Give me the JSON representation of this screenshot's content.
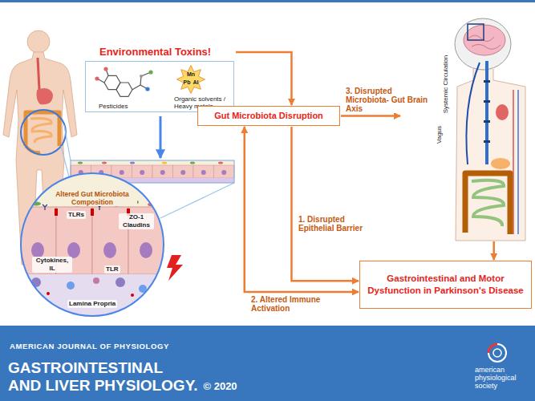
{
  "diagram": {
    "nodes": [
      {
        "text": [
          "Environmental Toxins!",
          "Pesticides",
          "Organic solvents / Heavy metals"
        ]
      },
      {
        "text": [
          "Gut Microbiota Disruption"
        ]
      },
      {
        "text": [
          "Altered Gut Microbiota Composition"
        ]
      },
      {
        "text": [
          "Vagus",
          "Systemic Circulation"
        ]
      },
      {
        "text": [
          "Gastrointestinal and Motor Dysfunction in Parkinson's Disease"
        ]
      }
    ],
    "edges": [
      {
        "from": 0,
        "to": 1,
        "arrow": "to"
      },
      {
        "from": 1,
        "to": 3,
        "label": "3. Disrupted Microbiota- Gut Brain Axis",
        "arrow": "to"
      },
      {
        "from": 1,
        "to": 4,
        "label": "1. Disrupted Epithelial Barrier",
        "arrow": "to"
      },
      {
        "from": 1,
        "to": 4,
        "label": "2. Altered Immune Activation",
        "arrow": "both"
      },
      {
        "from": 3,
        "to": 4,
        "arrow": "to"
      }
    ],
    "labels": [
      "Mn",
      "Pb",
      "Al",
      "TLRs",
      "ZO-1 Claudins",
      "Cytokines, IL",
      "TLR",
      "Lamina Propria",
      "AMERICAN JOURNAL OF PHYSIOLOGY",
      "GASTROINTESTINAL AND LIVER PHYSIOLOGY.",
      "© 2020",
      "american physiological society"
    ]
  }
}
